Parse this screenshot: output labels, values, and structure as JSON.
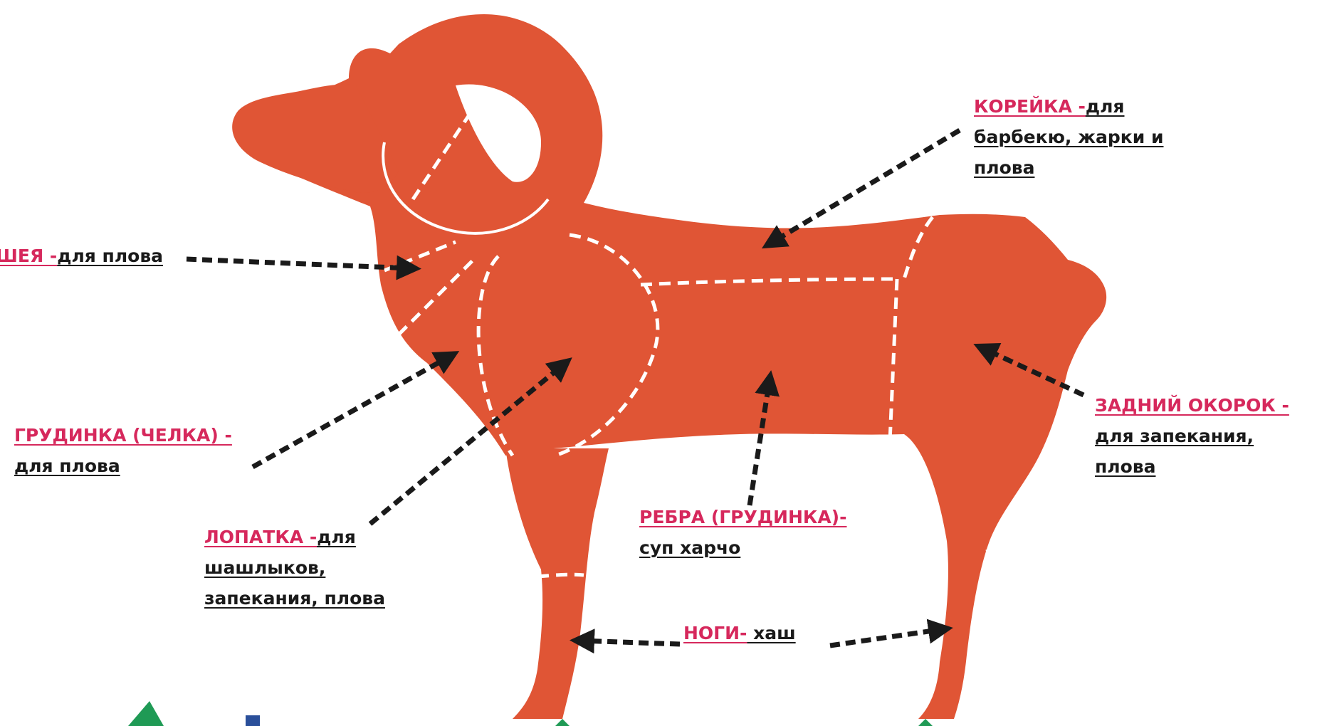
{
  "colors": {
    "body": "#e05535",
    "cut_lines": "#ffffff",
    "title": "#d6285c",
    "text": "#1a1a1a",
    "arrow": "#1a1a1a",
    "deco_green": "#1f9a55",
    "deco_blue": "#2a4f9a"
  },
  "diagram": {
    "animal": "ram-silhouette",
    "labels": {
      "neck": {
        "title": "ШЕЯ -",
        "desc": "для плова"
      },
      "loin": {
        "title": "КОРЕЙКА -",
        "desc_line1": "для",
        "desc_line2": "барбекю, жарки и",
        "desc_line3": "плова"
      },
      "brisket": {
        "title": "ГРУДИНКА (ЧЕЛКА) -",
        "desc": "для плова"
      },
      "shoulder": {
        "title": "ЛОПАТКА -",
        "desc_line1": "для",
        "desc_line2": "шашлыков,",
        "desc_line3": "запекания, плова"
      },
      "ribs": {
        "title": "РЕБРА (ГРУДИНКА)-",
        "desc": "суп харчо"
      },
      "hind_leg": {
        "title": "ЗАДНИЙ ОКОРОК -",
        "desc_line1": "для запекания,",
        "desc_line2": "плова"
      },
      "legs": {
        "title": "НОГИ-",
        "desc": " хаш"
      }
    }
  }
}
